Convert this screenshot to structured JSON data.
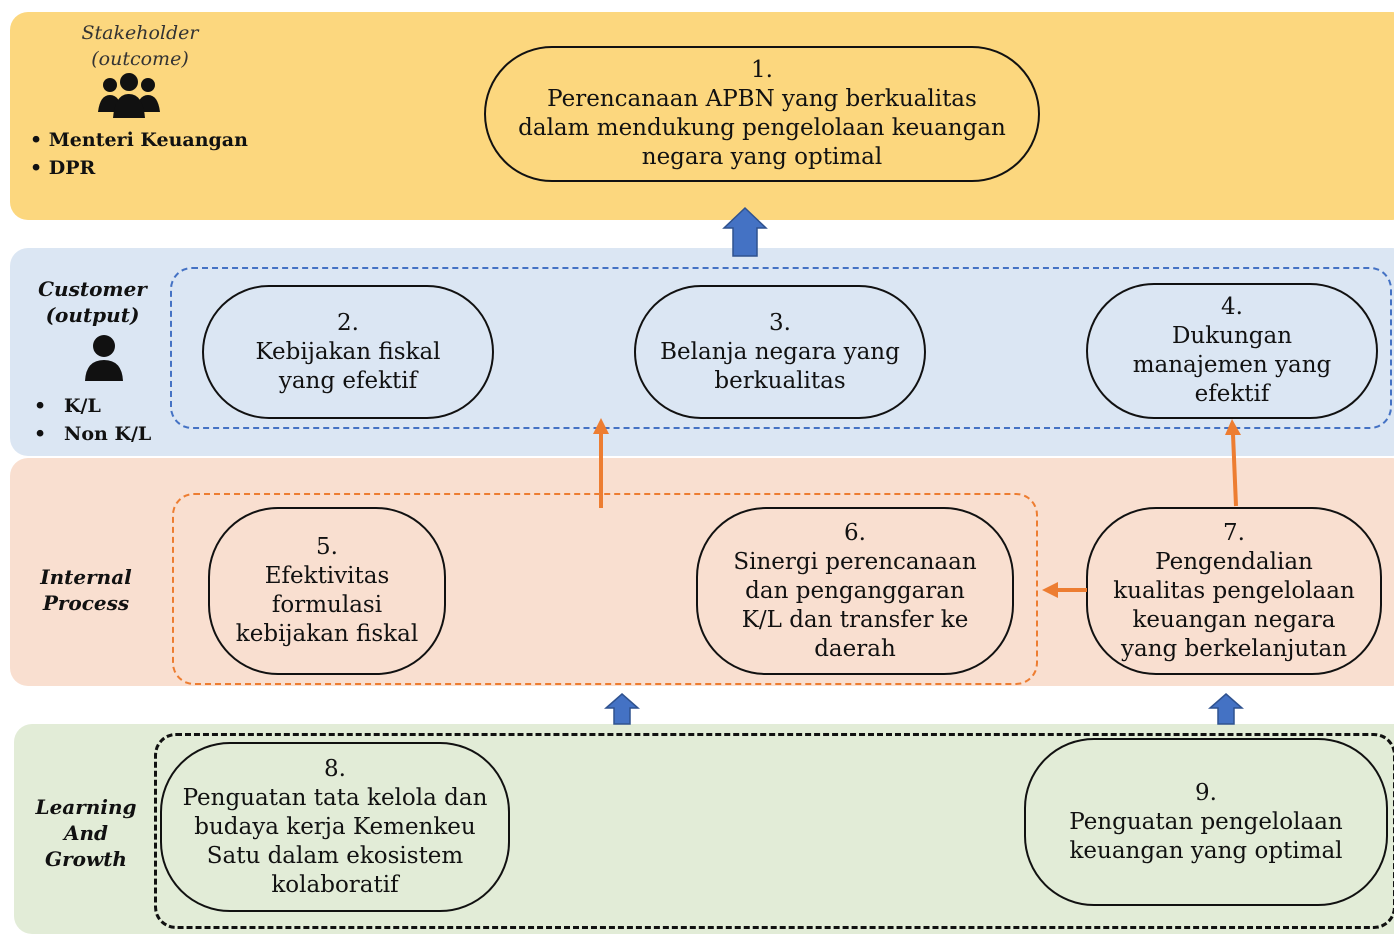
{
  "stakeholder": {
    "title": "Stakeholder",
    "subtitle": "(outcome)",
    "icon": "group-people-icon",
    "items": [
      "• Menteri Keuangan",
      "• DPR"
    ]
  },
  "customer": {
    "title": "Customer",
    "subtitle": "(output)",
    "icon": "person-icon",
    "items": [
      "K/L",
      "Non K/L"
    ]
  },
  "internal": {
    "line1": "Internal",
    "line2": "Process"
  },
  "learning": {
    "line1": "Learning",
    "line2": "And",
    "line3": "Growth"
  },
  "nodes": {
    "n1": [
      "1.",
      "Perencanaan APBN yang berkualitas",
      "dalam mendukung pengelolaan keuangan",
      "negara yang optimal"
    ],
    "n2": [
      "2.",
      "Kebijakan fiskal",
      "yang efektif"
    ],
    "n3": [
      "3.",
      "Belanja negara yang",
      "berkualitas"
    ],
    "n4": [
      "4.",
      "Dukungan",
      "manajemen yang",
      "efektif"
    ],
    "n5": [
      "5.",
      "Efektivitas",
      "formulasi",
      "kebijakan fiskal"
    ],
    "n6": [
      "6.",
      "Sinergi perencanaan",
      "dan penganggaran",
      "K/L dan transfer ke",
      "daerah"
    ],
    "n7": [
      "7.",
      "Pengendalian",
      "kualitas pengelolaan",
      "keuangan negara",
      "yang berkelanjutan"
    ],
    "n8": [
      "8.",
      "Penguatan tata kelola dan",
      "budaya kerja Kemenkeu",
      "Satu dalam ekosistem",
      "kolaboratif"
    ],
    "n9": [
      "9.",
      "Penguatan pengelolaan",
      "keuangan yang optimal"
    ]
  },
  "colors": {
    "stakeholder_band": "#fcd77e",
    "customer_band": "#dbe6f3",
    "internal_band": "#f9dfd0",
    "learning_band": "#e2ecd7",
    "block_arrow": "#4472c4",
    "thin_arrow": "#ed7d31"
  }
}
